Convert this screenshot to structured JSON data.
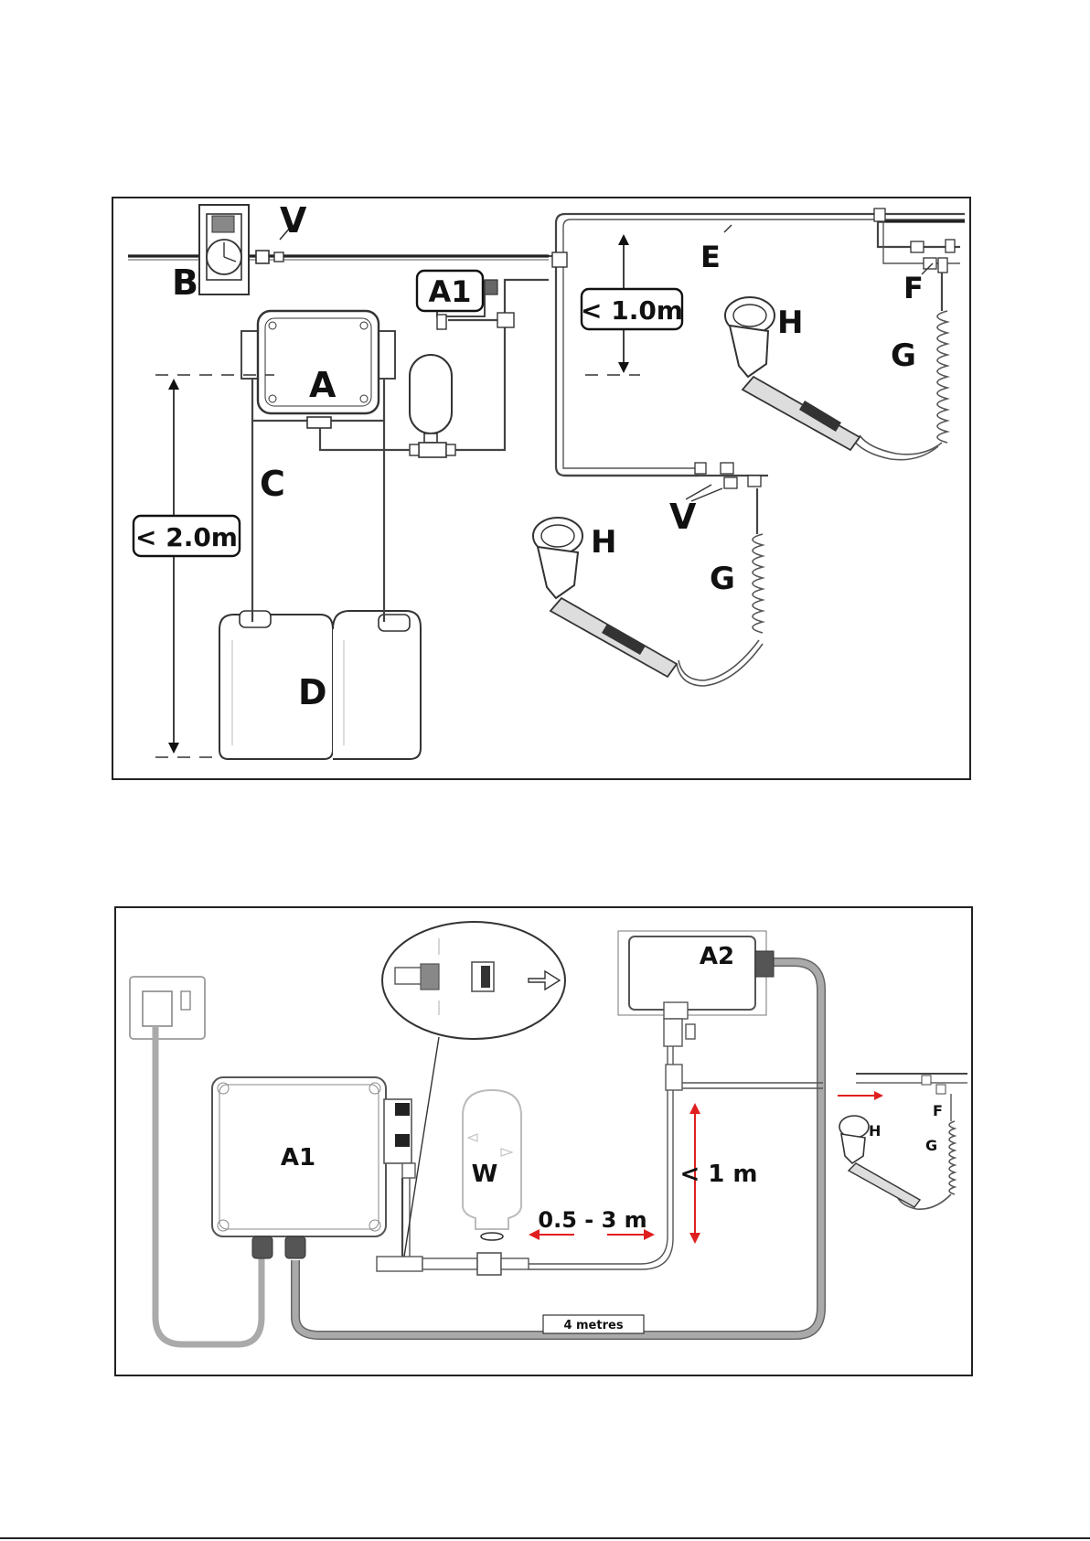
{
  "diagram1": {
    "labels": {
      "v_top": "V",
      "b": "B",
      "a1": "A1",
      "a": "A",
      "c": "C",
      "d": "D",
      "e": "E",
      "f": "F",
      "g_top": "G",
      "h_top": "H",
      "h_bottom": "H",
      "g_bottom": "G",
      "v_bottom": "V"
    },
    "dimensions": {
      "height_limit": "< 2.0m",
      "vertical_limit": "< 1.0m"
    }
  },
  "diagram2": {
    "labels": {
      "a1": "A1",
      "a2": "A2",
      "w": "W",
      "h": "H",
      "f": "F",
      "g": "G"
    },
    "dimensions": {
      "vertical": "< 1 m",
      "horizontal": "0.5 - 3 m",
      "cable": "4 metres"
    }
  },
  "colors": {
    "line": "#333333",
    "dimension_red": "#e02020",
    "cable_grey": "#aaaaaa"
  }
}
